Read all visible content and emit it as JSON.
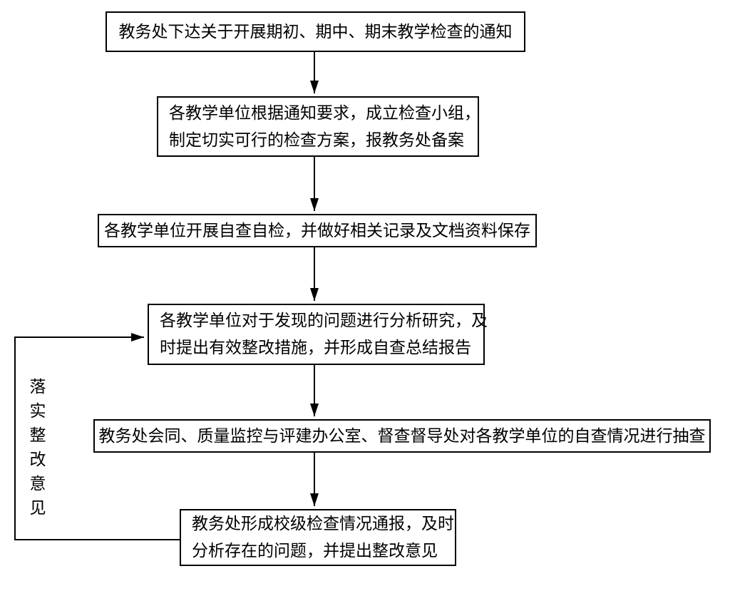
{
  "flowchart": {
    "feedback_label": "落实整改意见",
    "colors": {
      "line": "#000000",
      "box_border": "#000000",
      "background": "#ffffff",
      "text": "#000000"
    },
    "steps": [
      {
        "text": "教务处下达关于开展期初、期中、期末教学检查的通知",
        "lines": [
          "教务处下达关于开展期初、期中、期末教学检查的通知"
        ]
      },
      {
        "text": "各教学单位根据通知要求，成立检查小组，制定切实可行的检查方案，报教务处备案",
        "lines": [
          "各教学单位根据通知要求，成立检查小组，",
          "制定切实可行的检查方案，报教务处备案"
        ]
      },
      {
        "text": "各教学单位开展自查自检，并做好相关记录及文档资料保存",
        "lines": [
          "各教学单位开展自查自检，并做好相关记录及文档资料保存"
        ]
      },
      {
        "text": "各教学单位对于发现的问题进行分析研究，及时提出有效整改措施，并形成自查总结报告",
        "lines": [
          "各教学单位对于发现的问题进行分析研究，及",
          "时提出有效整改措施，并形成自查总结报告"
        ]
      },
      {
        "text": "教务处会同、质量监控与评建办公室、督查督导处对各教学单位的自查情况进行抽查",
        "lines": [
          "教务处会同、质量监控与评建办公室、督查督导处对各教学单位的自查情况进行抽查"
        ]
      },
      {
        "text": "教务处形成校级检查情况通报，及时分析存在的问题，并提出整改意见",
        "lines": [
          "教务处形成校级检查情况通报，及时",
          "分析存在的问题，并提出整改意见"
        ]
      }
    ]
  }
}
